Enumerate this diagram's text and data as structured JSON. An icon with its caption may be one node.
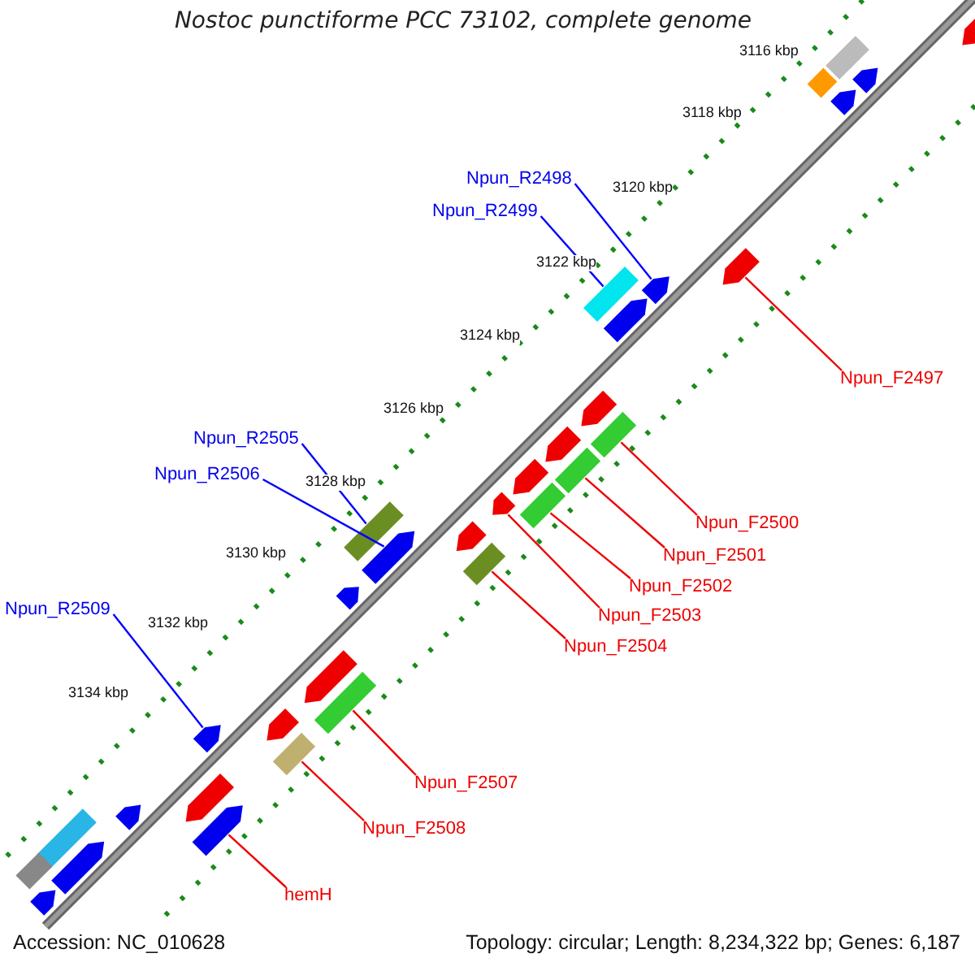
{
  "diagram": {
    "title": "Nostoc punctiforme PCC 73102, complete genome",
    "nodes": [
      {
        "text": [
          "Npun_R2498"
        ]
      },
      {
        "text": [
          "Npun_R2499"
        ]
      },
      {
        "text": [
          "Npun_F2497"
        ]
      },
      {
        "text": [
          "Npun_R2505"
        ]
      },
      {
        "text": [
          "Npun_R2506"
        ]
      },
      {
        "text": [
          "Npun_F2500"
        ]
      },
      {
        "text": [
          "Npun_F2501"
        ]
      },
      {
        "text": [
          "Npun_F2502"
        ]
      },
      {
        "text": [
          "Npun_R2509"
        ]
      },
      {
        "text": [
          "Npun_F2503"
        ]
      },
      {
        "text": [
          "Npun_F2504"
        ]
      },
      {
        "text": [
          "Npun_F2507"
        ]
      },
      {
        "text": [
          "Npun_F2508"
        ]
      },
      {
        "text": [
          "hemH"
        ]
      },
      {
        "text": [],
        "shape": "bar"
      },
      {
        "text": [],
        "shape": "bar"
      },
      {
        "text": [],
        "shape": "bar"
      },
      {
        "text": [],
        "shape": "bar"
      },
      {
        "text": [],
        "shape": "bar"
      },
      {
        "text": [],
        "shape": "bar"
      },
      {
        "text": [],
        "shape": "bar"
      },
      {
        "text": [],
        "shape": "bar"
      },
      {
        "text": [],
        "shape": "bar"
      },
      {
        "text": [],
        "shape": "bar"
      },
      {
        "text": [],
        "shape": "bar"
      },
      {
        "text": [],
        "shape": "bar"
      },
      {
        "text": [],
        "shape": "bar"
      },
      {
        "text": [],
        "shape": "bar"
      },
      {
        "text": [],
        "shape": "bar"
      },
      {
        "text": [],
        "shape": "bar"
      },
      {
        "text": [],
        "shape": "bar"
      },
      {
        "text": [],
        "shape": "bar"
      },
      {
        "text": [],
        "shape": "bar"
      },
      {
        "text": [],
        "shape": "bar"
      },
      {
        "text": [],
        "shape": "bar"
      },
      {
        "text": [],
        "shape": "bar"
      },
      {
        "text": [],
        "shape": "bar"
      },
      {
        "text": [],
        "shape": "bar"
      },
      {
        "text": [],
        "shape": "bar"
      },
      {
        "text": [],
        "shape": "bar"
      },
      {
        "text": [],
        "shape": "bar"
      },
      {
        "text": [],
        "shape": "bar"
      },
      {
        "text": [],
        "shape": "bar"
      },
      {
        "text": [],
        "shape": "bar"
      },
      {
        "text": [],
        "shape": "bar"
      },
      {
        "text": [],
        "shape": "bar"
      },
      {
        "text": [],
        "shape": "bar"
      }
    ],
    "edges": [
      {
        "from": 0,
        "to": 14,
        "arrow": "none",
        "color": "#0000ff"
      },
      {
        "from": 1,
        "to": 15,
        "arrow": "none",
        "color": "#0000ff"
      },
      {
        "from": 2,
        "to": 16,
        "arrow": "none"
      },
      {
        "from": 3,
        "to": 17,
        "arrow": "none",
        "color": "#0000ff"
      },
      {
        "from": 4,
        "to": 18,
        "arrow": "none",
        "color": "#0000ff"
      },
      {
        "from": 5,
        "to": 19,
        "arrow": "none"
      },
      {
        "from": 6,
        "to": 20,
        "arrow": "none"
      },
      {
        "from": 7,
        "to": 21,
        "arrow": "none"
      },
      {
        "from": 8,
        "to": 22,
        "arrow": "none",
        "color": "#0000ff"
      },
      {
        "from": 9,
        "to": 23,
        "arrow": "none"
      },
      {
        "from": 10,
        "to": 24,
        "arrow": "none"
      },
      {
        "from": 11,
        "to": 25,
        "arrow": "none"
      },
      {
        "from": 12,
        "to": 26,
        "arrow": "none"
      },
      {
        "from": 13,
        "to": 27,
        "arrow": "none"
      }
    ],
    "labels": [
      "3116 kbp",
      "3118 kbp",
      "3120 kbp",
      "3122 kbp",
      "3124 kbp",
      "3126 kbp",
      "3128 kbp",
      "3130 kbp",
      "3132 kbp",
      "3134 kbp",
      "Accession: NC_010628",
      "Topology: circular; Length: 8,234,322 bp; Genes: 6,187"
    ]
  }
}
